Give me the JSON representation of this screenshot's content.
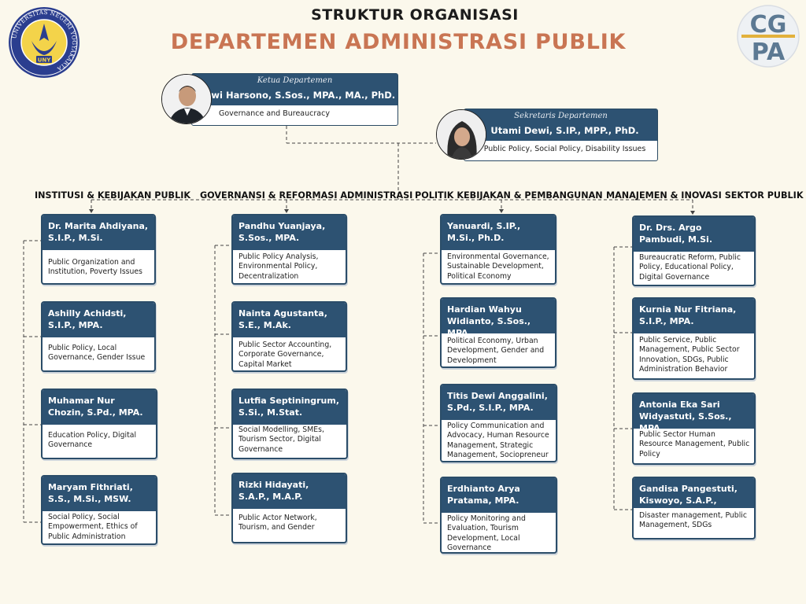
{
  "header": {
    "title": "STRUKTUR ORGANISASI",
    "subtitle": "DEPARTEMEN ADMINISTRASI PUBLIK"
  },
  "logos": {
    "uny_ring_text": "UNIVERSITAS NEGERI YOGYAKARTA",
    "uny_short": "UNY",
    "cgpa_top": "CG",
    "cgpa_bottom": "PA"
  },
  "leaders": {
    "head": {
      "role": "Ketua Departemen",
      "name": "Dwi Harsono, S.Sos., MPA., MA., PhD.",
      "focus": "Governance and Bureaucracy"
    },
    "secretary": {
      "role": "Sekretaris Departemen",
      "name": "Utami Dewi, S.IP., MPP., PhD.",
      "focus": "Public Policy, Social Policy, Disability Issues"
    }
  },
  "divisions": [
    {
      "title": "INSTITUSI & KEBIJAKAN PUBLIK",
      "members": [
        {
          "name": "Dr. Marita Ahdiyana, S.I.P., M.Si.",
          "focus": "Public Organization and Institution, Poverty Issues"
        },
        {
          "name": "Ashilly Achidsti, S.I.P., MPA.",
          "focus": "Public Policy, Local Governance, Gender Issue"
        },
        {
          "name": "Muhamar Nur Chozin, S.Pd., MPA.",
          "focus": "Education Policy, Digital Governance"
        },
        {
          "name": "Maryam Fithriati, S.S., M.Si., MSW.",
          "focus": "Social Policy, Social Empowerment, Ethics of Public Administration"
        }
      ]
    },
    {
      "title": "GOVERNANSI & REFORMASI ADMINISTRASI",
      "members": [
        {
          "name": "Pandhu Yuanjaya, S.Sos., MPA.",
          "focus": "Public Policy Analysis, Environmental Policy, Decentralization"
        },
        {
          "name": "Nainta Agustanta, S.E., M.Ak.",
          "focus": "Public Sector Accounting, Corporate Governance, Capital Market"
        },
        {
          "name": "Lutfia Septiningrum, S.Si., M.Stat.",
          "focus": "Social Modelling, SMEs, Tourism Sector, Digital Governance"
        },
        {
          "name": "Rizki Hidayati, S.A.P., M.A.P.",
          "focus": "Public Actor Network, Tourism, and Gender"
        }
      ]
    },
    {
      "title": "POLITIK KEBIJAKAN & PEMBANGUNAN",
      "members": [
        {
          "name": "Yanuardi, S.IP., M.Si., Ph.D.",
          "focus": "Environmental Governance, Sustainable Development, Political Economy"
        },
        {
          "name": "Hardian Wahyu Widianto, S.Sos., MPA.",
          "focus": "Political Economy, Urban Development, Gender and Development"
        },
        {
          "name": "Titis Dewi Anggalini, S.Pd., S.I.P., MPA.",
          "focus": "Policy Communication and Advocacy, Human Resource Management, Strategic Management, Sociopreneur"
        },
        {
          "name": "Erdhianto Arya Pratama, MPA.",
          "focus": "Policy Monitoring and Evaluation, Tourism Development, Local Governance"
        }
      ]
    },
    {
      "title": "MANAJEMEN & INOVASI SEKTOR PUBLIK",
      "members": [
        {
          "name": "Dr. Drs. Argo Pambudi, M.Si.",
          "focus": "Bureaucratic Reform, Public Policy, Educational Policy, Digital Governance"
        },
        {
          "name": "Kurnia Nur Fitriana, S.I.P., MPA.",
          "focus": "Public Service, Public Management, Public Sector Innovation, SDGs, Public Administration Behavior"
        },
        {
          "name": "Antonia Eka Sari Widyastuti, S.Sos., MPA.",
          "focus": "Public Sector Human Resource Management, Public Policy"
        },
        {
          "name": "Gandisa Pangestuti, Kiswoyo, S.A.P., M.A.P.",
          "focus": "Disaster management, Public Management, SDGs"
        }
      ]
    }
  ]
}
